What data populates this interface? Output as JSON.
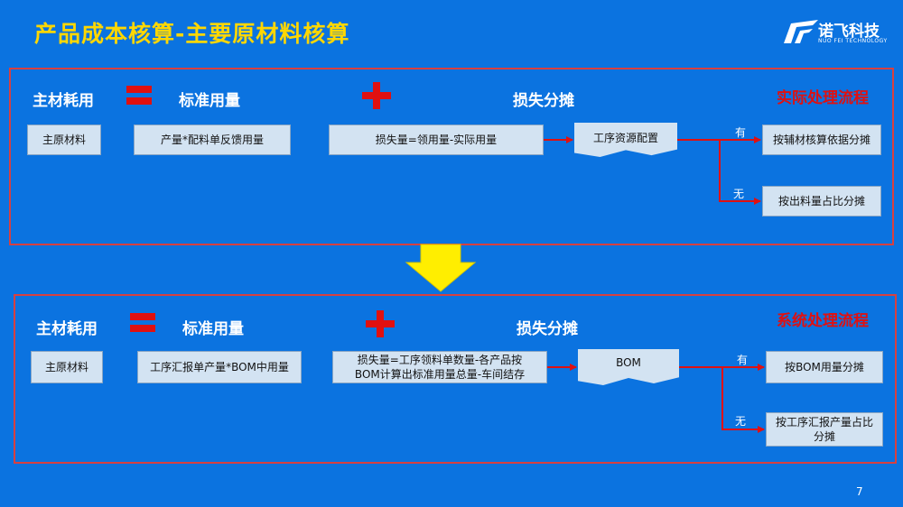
{
  "title": "产品成本核算-主要原材料核算",
  "logo": {
    "name": "诺飞科技",
    "subtitle": "NUO FEI TECHNOLOGY"
  },
  "page_number": "7",
  "colors": {
    "background": "#0b73e0",
    "title": "#ffd700",
    "accent_red": "#e01010",
    "box_fill": "#d3e3f2",
    "arrow_yellow": "#ffee00"
  },
  "actual": {
    "process_title": "实际处理流程",
    "header_main": "主材耗用",
    "header_standard": "标准用量",
    "header_loss": "损失分摊",
    "box_main_material": "主原材料",
    "box_standard": "产量*配料单反馈用量",
    "box_loss": "损失量=领用量-实际用量",
    "doc_label": "工序资源配置",
    "branch_yes": "有",
    "branch_no": "无",
    "result_yes": "按辅材核算依据分摊",
    "result_no": "按出料量占比分摊"
  },
  "system": {
    "process_title": "系统处理流程",
    "header_main": "主材耗用",
    "header_standard": "标准用量",
    "header_loss": "损失分摊",
    "box_main_material": "主原材料",
    "box_standard": "工序汇报单产量*BOM中用量",
    "box_loss_line1": "损失量=工序领料单数量-各产品按",
    "box_loss_line2": "BOM计算出标准用量总量-车间结存",
    "doc_label": "BOM",
    "branch_yes": "有",
    "branch_no": "无",
    "result_yes": "按BOM用量分摊",
    "result_no_line1": "按工序汇报产量占比",
    "result_no_line2": "分摊"
  }
}
